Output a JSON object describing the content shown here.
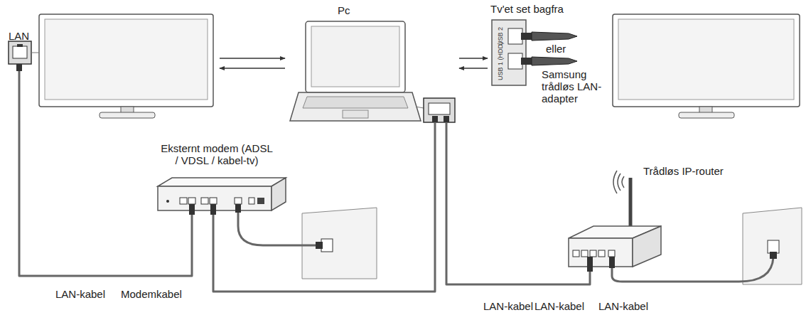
{
  "diagram": {
    "nodes": [
      {
        "text": [
          "LAN"
        ]
      },
      {
        "text": [
          "Pc"
        ]
      },
      {
        "text": [
          "Tv'et set bagfra"
        ]
      },
      {
        "text": [
          "Eksternt modem (ADSL / VDSL / kabel-tv)"
        ]
      },
      {
        "text": [
          "Trådløs IP-router"
        ]
      }
    ],
    "edges": [
      {
        "from": 0,
        "to": 1,
        "arrow": "both"
      },
      {
        "from": 1,
        "to": 2,
        "arrow": "both"
      },
      {
        "from": 0,
        "to": 3,
        "arrow": "none"
      },
      {
        "from": 3,
        "to": 1,
        "arrow": "none"
      },
      {
        "from": 1,
        "to": 4,
        "arrow": "none"
      }
    ],
    "labels": [
      "USB 2",
      "USB 1 (HDD)",
      "eller",
      "Samsung trådløs LAN-adapter",
      "LAN-kabel",
      "Modemkabel",
      "LAN-kabel",
      "LAN-kabel",
      "LAN-kabel"
    ]
  }
}
